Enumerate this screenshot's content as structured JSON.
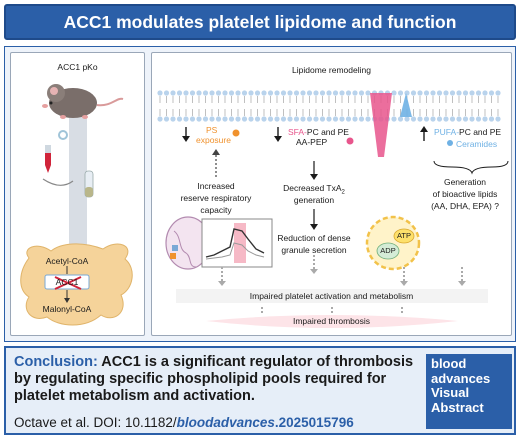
{
  "title": "ACC1 modulates platelet lipidome and function",
  "left_panel": {
    "mouse_label": "ACC1 pKo",
    "acetyl_coa": "Acetyl-CoA",
    "enzyme": "ACC1",
    "malonyl_coa": "Malonyl-CoA"
  },
  "right_panel": {
    "remodeling_label": "Lipidome remodeling",
    "ps_line1": "PS",
    "ps_line2": "exposure",
    "sfa_prefix": "SFA-",
    "sfa_rest": "PC and PE",
    "aa_pep": "AA-PEP",
    "pufa_prefix": "PUFA-",
    "pufa_rest": "PC and PE",
    "ceramides": "Ceramides",
    "respiratory_capacity": [
      "Increased",
      "reserve respiratory",
      "capacity"
    ],
    "txa2_line1": "Decreased TxA",
    "txa2_sub": "2",
    "txa2_line2": "generation",
    "bioactive_lipids": [
      "Generation",
      "of bioactive lipids",
      "(AA, DHA, EPA) ?"
    ],
    "dense_granule": [
      "Reduction of dense",
      "granule secretion"
    ],
    "atp": "ATP",
    "adp": "ADP",
    "impaired_activation": "Impaired platelet activation and metabolism",
    "impaired_thrombosis": "Impaired thrombosis"
  },
  "footer": {
    "conclusion_label": "Conclusion:",
    "conclusion_text": "ACC1 is a significant regulator of thrombosis by regulating specific phospholipid pools required for platelet metabolism and activation.",
    "citation_authors": "Octave et al. DOI: 10.1182/",
    "citation_journal": "bloodadvances",
    "citation_id": ".2025015796",
    "logo_lines": [
      "blood",
      "advances",
      "Visual",
      "Abstract"
    ]
  },
  "colors": {
    "brand_blue": "#2b5fa8",
    "panel_bg": "#eef3fa",
    "ps_orange": "#f0922e",
    "sfa_pink": "#e8558c",
    "pufa_blue": "#6fb1e4",
    "membrane_lipid": "#b9d3ec"
  }
}
